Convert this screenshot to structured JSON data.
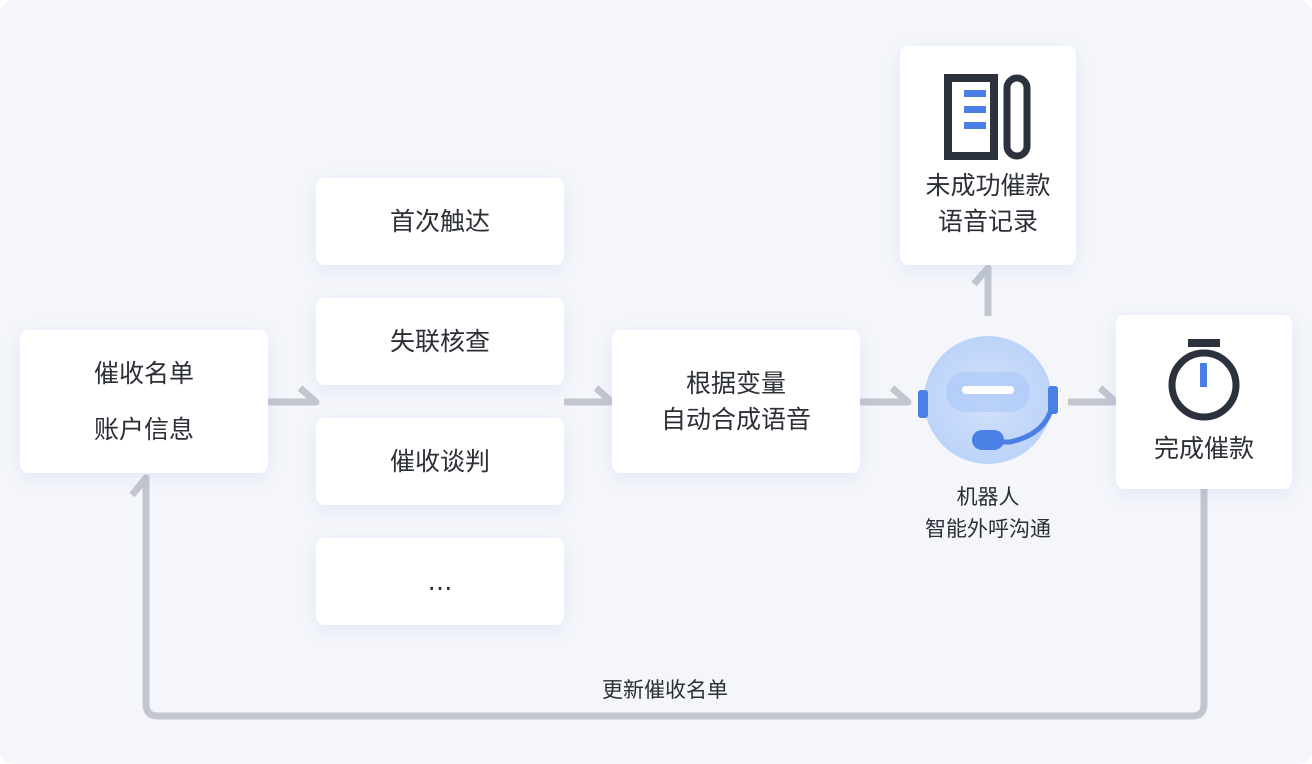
{
  "source": {
    "line1": "催收名单",
    "line2": "账户信息"
  },
  "scenarios": [
    "首次触达",
    "失联核查",
    "催收谈判",
    "…"
  ],
  "synthesis": {
    "line1": "根据变量",
    "line2": "自动合成语音"
  },
  "robot": {
    "line1": "机器人",
    "line2": "智能外呼沟通",
    "icon": "headset-robot-icon"
  },
  "failed": {
    "line1": "未成功催款",
    "line2": "语音记录",
    "icon": "record-book-icon"
  },
  "done": {
    "label": "完成催款",
    "icon": "stopwatch-icon"
  },
  "loop_label": "更新催收名单",
  "colors": {
    "accent": "#4a7fe6",
    "line": "#c1c6cf",
    "dark": "#2b323e"
  }
}
